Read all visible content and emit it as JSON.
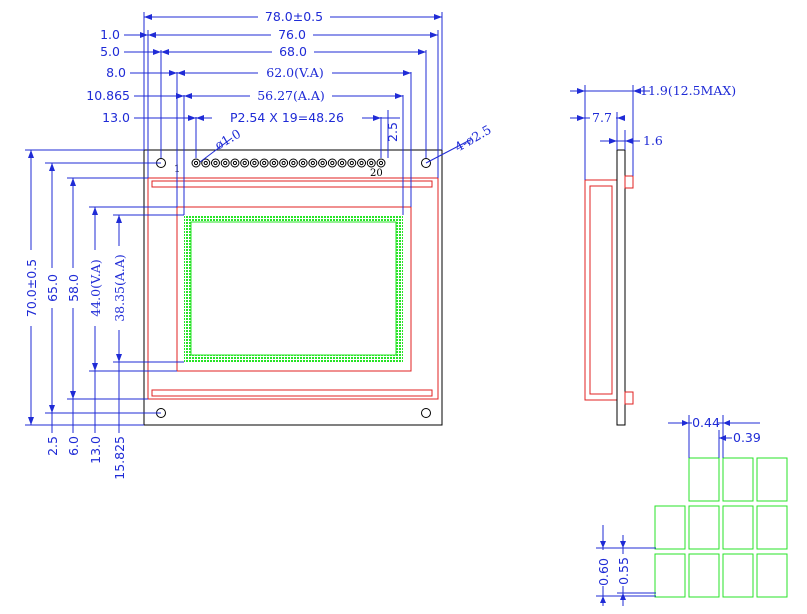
{
  "top_dims": {
    "overall": "78.0±0.5",
    "hole_span": "76.0",
    "pcb_inner": "68.0",
    "view_area": "62.0(V.A)",
    "active_area": "56.27(A.A)",
    "pin_pitch": "P2.54 X 19=48.26",
    "pin_offset": "2.5"
  },
  "left_dims": {
    "d1": "1.0",
    "d2": "5.0",
    "d3": "8.0",
    "d4": "10.865",
    "d5": "13.0"
  },
  "callouts": {
    "pin_hole": "ø1.0",
    "mount_holes": "4-ø2.5"
  },
  "pins": {
    "first": "1",
    "last": "20"
  },
  "vertical_dims": {
    "overall": "70.0±0.5",
    "hole_span": "65.0",
    "inner": "58.0",
    "view_area": "44.0(V.A)",
    "active_area": "38.35(A.A)"
  },
  "bottom_dims": {
    "d1": "2.5",
    "d2": "6.0",
    "d3": "13.0",
    "d4": "15.825"
  },
  "side_view": {
    "total_thickness": "11.9(12.5MAX)",
    "module_depth": "7.7",
    "pcb_thickness": "1.6"
  },
  "dot_detail": {
    "pitch_x": "0.44",
    "dot_w": "0.39",
    "pitch_y": "0.60",
    "dot_h": "0.55"
  },
  "colors": {
    "dimension": "#1f2bd6",
    "bezel": "#e02020",
    "active_area": "#27e327",
    "outline": "#000000"
  }
}
